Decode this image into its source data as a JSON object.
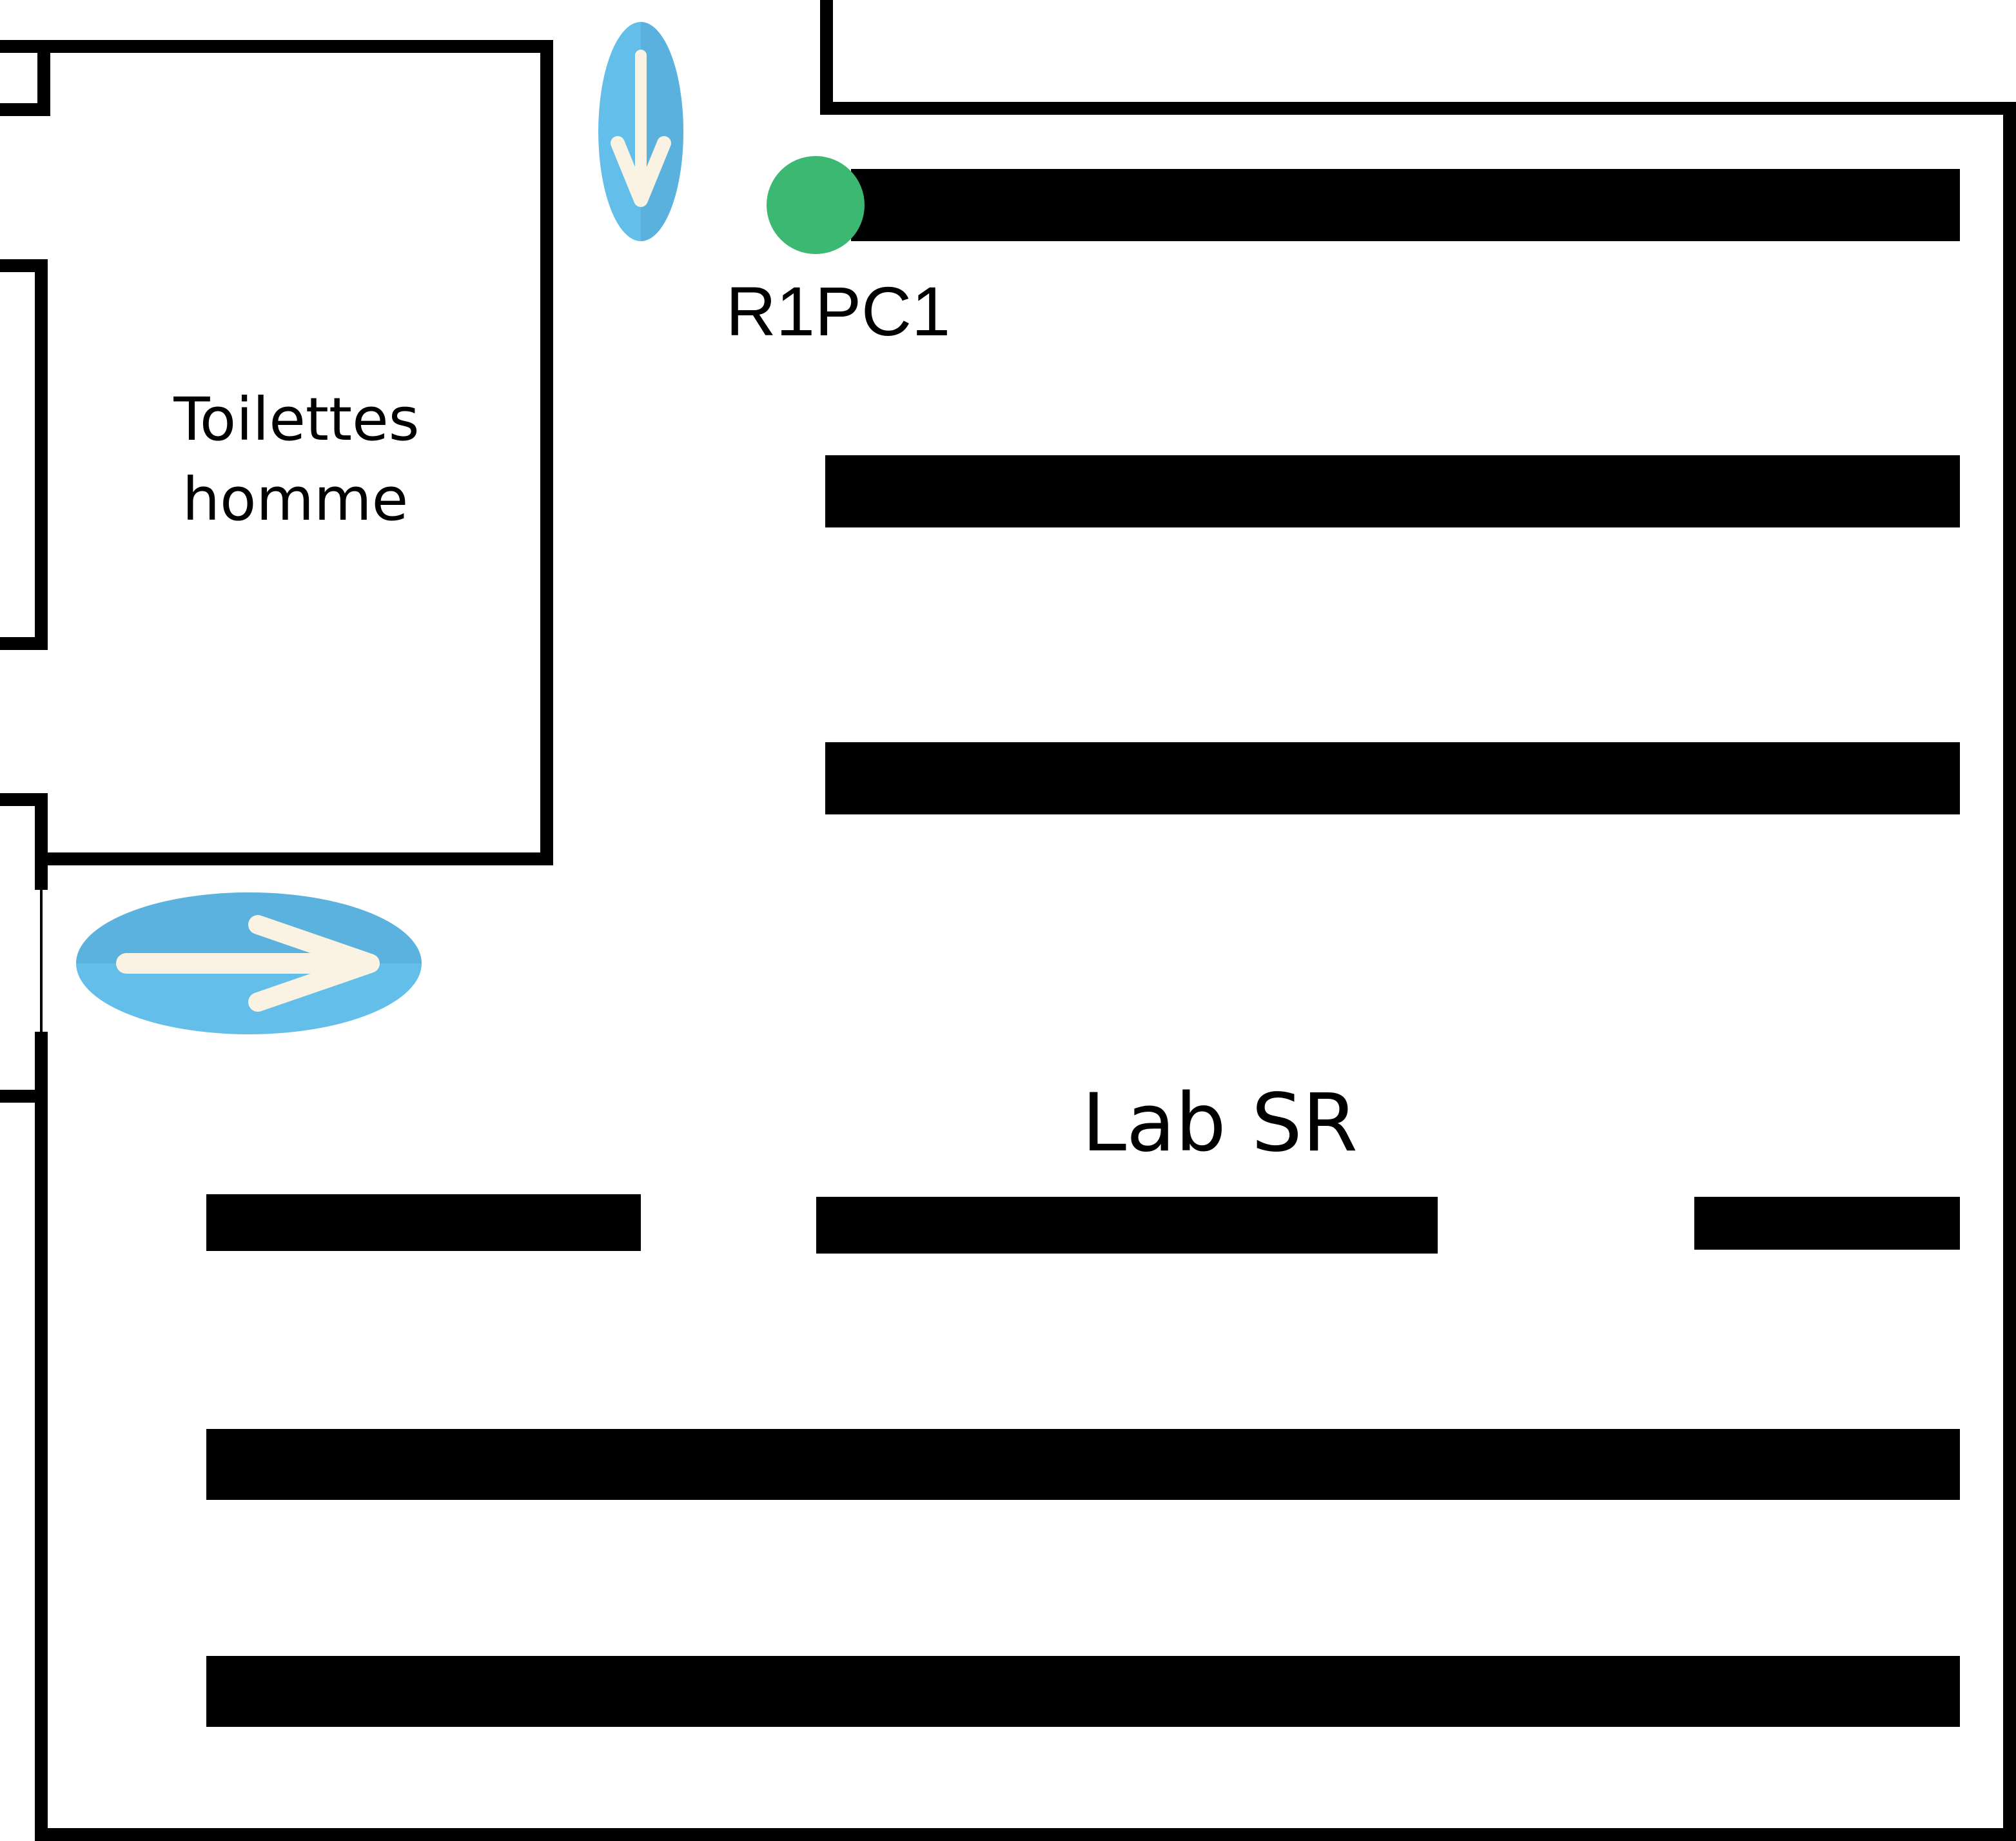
{
  "rooms": {
    "toilets_line1": "Toilettes",
    "toilets_line2": "homme",
    "lab": "Lab SR"
  },
  "markers": {
    "pc_label": "R1PC1",
    "pc_color": "#3db873"
  },
  "signs": {
    "arrow_down_icon": "arrow-down-icon",
    "arrow_right_icon": "arrow-right-icon",
    "sign_color": "#63bfea",
    "sign_shade_color": "#55a8d3",
    "arrow_color": "#faf3e3"
  },
  "colors": {
    "wall": "#000000",
    "desk": "#000000",
    "background": "#ffffff"
  }
}
